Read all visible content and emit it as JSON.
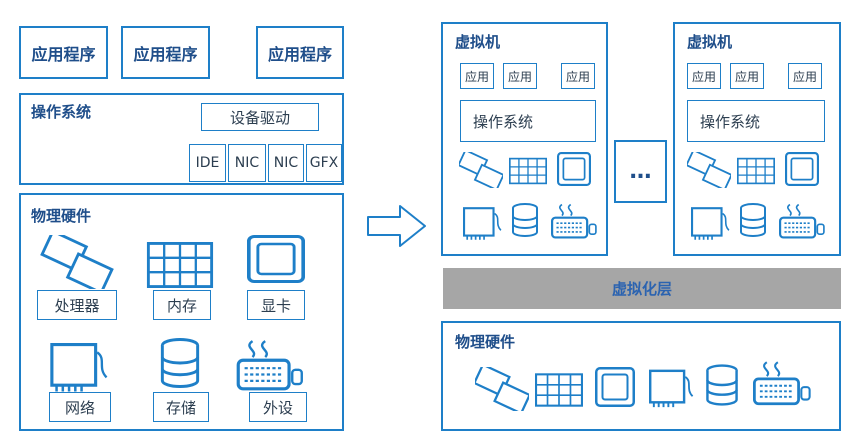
{
  "left": {
    "apps": [
      "应用程序",
      "应用程序",
      "应用程序"
    ],
    "os": {
      "title": "操作系统",
      "driver": "设备驱动",
      "drivers": [
        "IDE",
        "NIC",
        "NIC",
        "GFX"
      ]
    },
    "hardware": {
      "title": "物理硬件",
      "items": [
        "处理器",
        "内存",
        "显卡",
        "网络",
        "存储",
        "外设"
      ]
    }
  },
  "right": {
    "vm1": {
      "title": "虚拟机",
      "apps": [
        "应用",
        "应用",
        "应用"
      ],
      "os": "操作系统"
    },
    "ellipsis": "…",
    "vm2": {
      "title": "虚拟机",
      "apps": [
        "应用",
        "应用",
        "应用"
      ],
      "os": "操作系统"
    },
    "virt_layer": "虚拟化层",
    "hardware_title": "物理硬件"
  },
  "colors": {
    "accent": "#1e7fc8",
    "virt_layer": "#a6a6a6"
  }
}
